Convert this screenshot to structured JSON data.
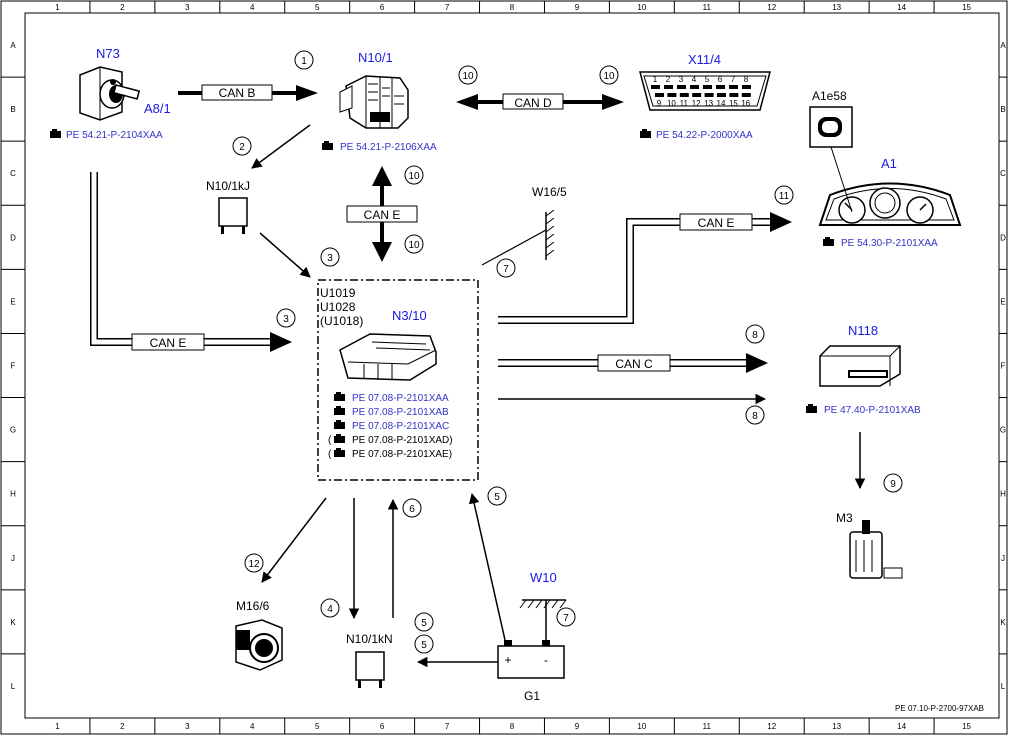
{
  "grid": {
    "columns": [
      "1",
      "2",
      "3",
      "4",
      "5",
      "6",
      "7",
      "8",
      "9",
      "10",
      "11",
      "12",
      "13",
      "14",
      "15"
    ],
    "rows": [
      "A",
      "B",
      "C",
      "D",
      "E",
      "F",
      "G",
      "H",
      "J",
      "K",
      "L"
    ]
  },
  "components": {
    "n73": {
      "label": "N73",
      "sub": "A8/1",
      "ref": "PE 54.21-P-2104XAA"
    },
    "n10_1": {
      "label": "N10/1",
      "ref": "PE 54.21-P-2106XAA"
    },
    "x11_4": {
      "label": "X11/4",
      "ref": "PE 54.22-P-2000XAA",
      "pins_top": [
        "1",
        "2",
        "3",
        "4",
        "5",
        "6",
        "7",
        "8"
      ],
      "pins_bottom": [
        "9",
        "10",
        "11",
        "12",
        "13",
        "14",
        "15",
        "16"
      ]
    },
    "a1e58": {
      "label": "A1e58"
    },
    "a1": {
      "label": "A1",
      "ref": "PE 54.30-P-2101XAA"
    },
    "n10_1kj": {
      "label": "N10/1kJ"
    },
    "w16_5": {
      "label": "W16/5"
    },
    "n3_10": {
      "label": "N3/10",
      "codes": [
        "U1019",
        "U1028",
        "(U1018)"
      ],
      "refs": [
        "PE 07.08-P-2101XAA",
        "PE 07.08-P-2101XAB",
        "PE 07.08-P-2101XAC"
      ],
      "refs_paren": [
        "(",
        "PE 07.08-P-2101XAD)",
        "(",
        "PE 07.08-P-2101XAE)"
      ]
    },
    "n118": {
      "label": "N118",
      "ref": "PE 47.40-P-2101XAB"
    },
    "m3": {
      "label": "M3"
    },
    "m16_6": {
      "label": "M16/6"
    },
    "n10_1kn": {
      "label": "N10/1kN"
    },
    "w10": {
      "label": "W10"
    },
    "g1": {
      "label": "G1",
      "plus": "+",
      "minus": "-"
    }
  },
  "buses": {
    "can_b": "CAN B",
    "can_d": "CAN D",
    "can_e_center": "CAN E",
    "can_e_left": "CAN E",
    "can_e_right": "CAN E",
    "can_c": "CAN C"
  },
  "callouts": {
    "c1": "1",
    "c2": "2",
    "c3a": "3",
    "c3b": "3",
    "c4": "4",
    "c5a": "5",
    "c5b": "5",
    "c5c": "5",
    "c6": "6",
    "c7a": "7",
    "c7b": "7",
    "c8a": "8",
    "c8b": "8",
    "c9": "9",
    "c10a": "10",
    "c10b": "10",
    "c10c": "10",
    "c10d": "10",
    "c11": "11",
    "c12": "12"
  },
  "footer": "PE 07.10-P-2700-97XAB",
  "colors": {
    "label_blue": "#1a1ae6",
    "ref_blue": "#3333cc",
    "line": "#000000"
  }
}
